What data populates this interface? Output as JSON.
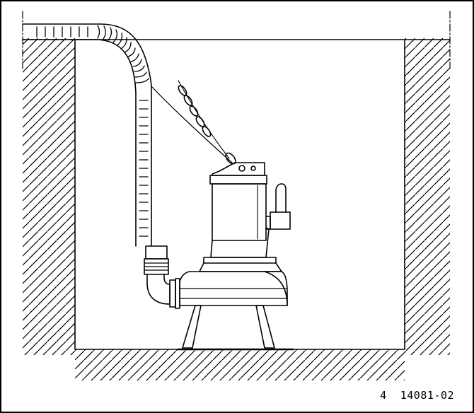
{
  "figure": {
    "number_label": "4  14081-02",
    "line_color": "#000000",
    "background_color": "#ffffff"
  },
  "scene": {
    "elements": [
      "pump-pit",
      "submersible-pump",
      "flexible-discharge-hose",
      "lifting-chain",
      "power-cable"
    ]
  }
}
